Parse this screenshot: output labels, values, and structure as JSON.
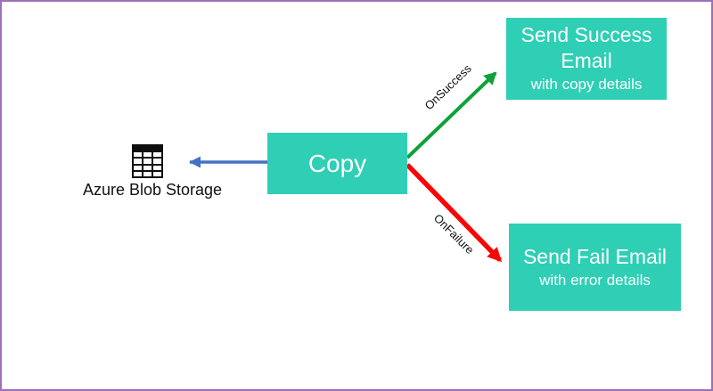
{
  "colors": {
    "activity-teal": "#2FCFB6",
    "arrow-blue": "#4472C4",
    "arrow-green": "#0FA139",
    "arrow-red": "#FA0505",
    "border-purple": "#9C6FB8",
    "text-dark": "#111111",
    "text-light": "#FFFFFF"
  },
  "diagram": {
    "source_node": {
      "icon": "table-icon",
      "label": "Azure Blob Storage"
    },
    "copy_node": {
      "label": "Copy"
    },
    "success_node": {
      "title_line1": "Send Success",
      "title_line2": "Email",
      "subtitle": "with copy details"
    },
    "fail_node": {
      "title": "Send Fail Email",
      "subtitle": "with error details"
    },
    "edges": {
      "success_label": "OnSuccess",
      "failure_label": "OnFailure"
    }
  }
}
